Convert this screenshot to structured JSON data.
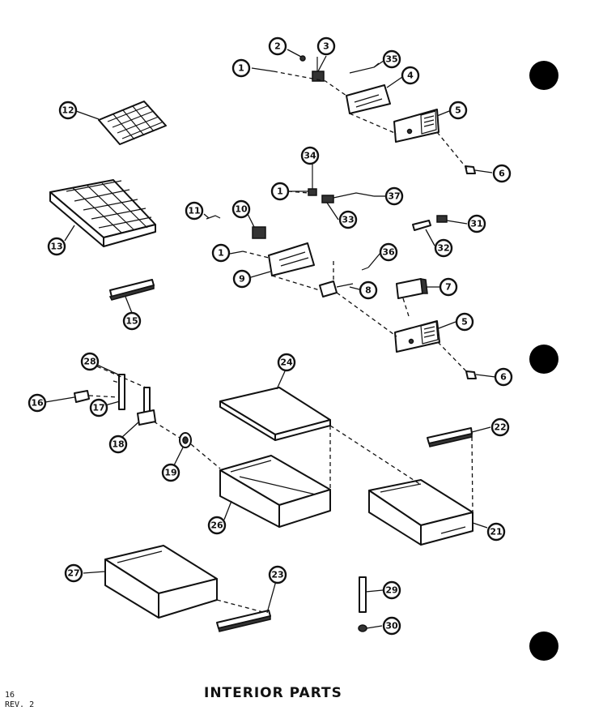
{
  "title": "INTERIOR PARTS",
  "page": {
    "number": "16",
    "revision": "REV. 2"
  },
  "callouts": [
    "1",
    "2",
    "3",
    "35",
    "4",
    "5",
    "6",
    "12",
    "34",
    "1",
    "37",
    "33",
    "11",
    "10",
    "1",
    "36",
    "31",
    "32",
    "9",
    "8",
    "7",
    "15",
    "5",
    "13",
    "6",
    "24",
    "28",
    "16",
    "17",
    "18",
    "19",
    "22",
    "26",
    "21",
    "27",
    "23",
    "29",
    "30"
  ]
}
